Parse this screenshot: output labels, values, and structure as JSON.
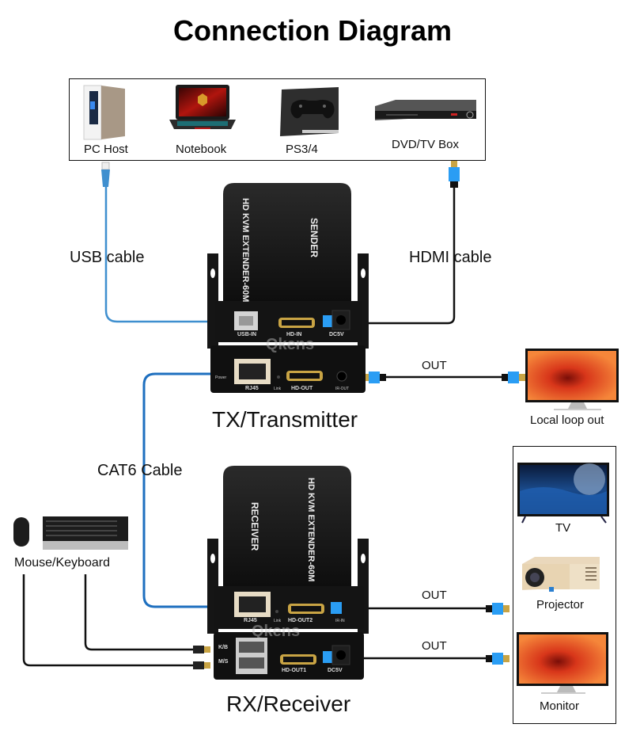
{
  "title": "Connection Diagram",
  "sources": [
    {
      "label": "PC Host",
      "icon": "pc-tower-icon"
    },
    {
      "label": "Notebook",
      "icon": "laptop-icon"
    },
    {
      "label": "PS3/4",
      "icon": "game-console-icon"
    },
    {
      "label": "DVD/TV Box",
      "icon": "dvd-player-icon"
    }
  ],
  "cables": {
    "usb": "USB cable",
    "hdmi": "HDMI cable",
    "cat6": "CAT6 Cable",
    "out_local": "OUT",
    "out_rx2": "OUT",
    "out_rx1": "OUT"
  },
  "transmitter": {
    "label": "TX/Transmitter",
    "top_text": "HD KVM EXTENDER-60M",
    "role_text": "SENDER",
    "ports_top": [
      "USB-IN",
      "HD-IN",
      "DC5V"
    ],
    "ports_bottom": [
      "RJ45",
      "Link",
      "HD-OUT",
      "IR-OUT"
    ],
    "power_label": "Power",
    "watermark": "Qkens"
  },
  "receiver": {
    "label": "RX/Receiver",
    "top_text": "HD KVM EXTENDER-60M",
    "role_text": "RECEIVER",
    "ports_top": [
      "RJ45",
      "Link",
      "HD-OUT2",
      "IR-IN"
    ],
    "ports_bottom": [
      "K/B",
      "M/S",
      "HD-OUT1",
      "DC5V"
    ],
    "watermark": "Qkens"
  },
  "local_display": {
    "label": "Local loop out"
  },
  "peripherals": {
    "label": "Mouse/Keyboard"
  },
  "displays": [
    {
      "label": "TV",
      "icon": "tv-icon"
    },
    {
      "label": "Projector",
      "icon": "projector-icon"
    },
    {
      "label": "Monitor",
      "icon": "monitor-icon"
    }
  ],
  "colors": {
    "usb_cable": "#3f8fcf",
    "cat6_cable": "#1e6fbf",
    "hdmi_cable": "#111111",
    "connector_blue": "#2a9df4",
    "device_body": "#1b1b1b",
    "flower_orange": "#e8501a"
  }
}
